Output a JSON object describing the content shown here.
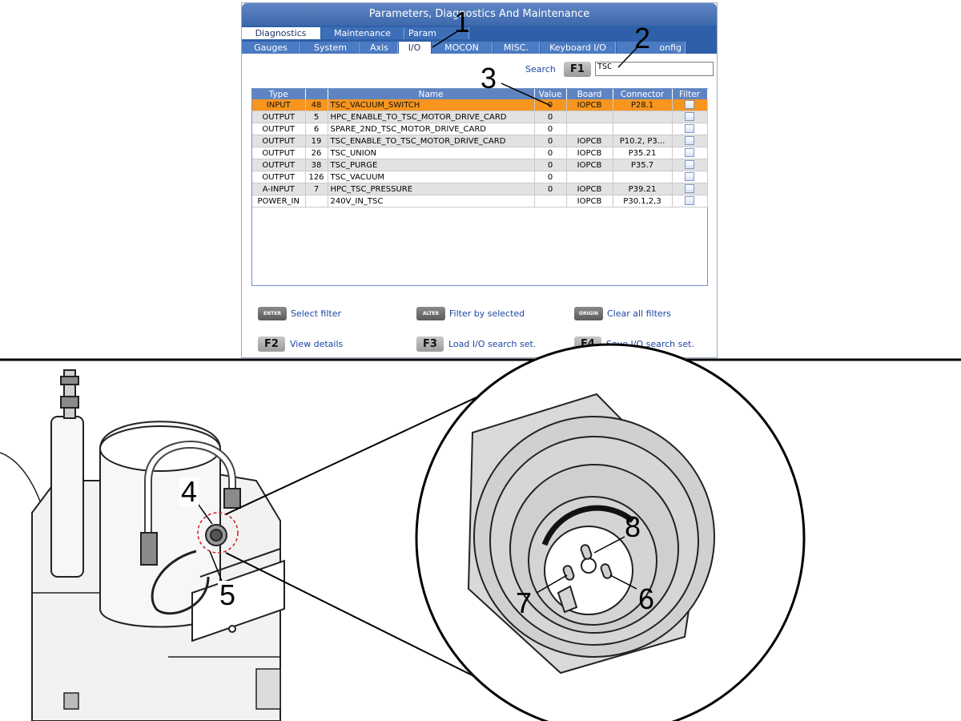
{
  "panel": {
    "title": "Parameters, Diagnostics And Maintenance",
    "tabs_row1": [
      "Diagnostics",
      "Maintenance",
      "Param"
    ],
    "tabs_row2": [
      "Gauges",
      "System",
      "Axis",
      "I/O",
      "MOCON",
      "MISC.",
      "Keyboard I/O",
      "onfig"
    ],
    "search_label": "Search",
    "search_key": "F1",
    "search_value": "TSC"
  },
  "table": {
    "headers": [
      "Type",
      "",
      "Name",
      "Value",
      "Board",
      "Connector",
      "Filter"
    ],
    "rows": [
      {
        "type": "INPUT",
        "num": "48",
        "name": "TSC_VACUUM_SWITCH",
        "value": "0",
        "board": "IOPCB",
        "connector": "P28.1"
      },
      {
        "type": "OUTPUT",
        "num": "5",
        "name": "HPC_ENABLE_TO_TSC_MOTOR_DRIVE_CARD",
        "value": "0",
        "board": "",
        "connector": ""
      },
      {
        "type": "OUTPUT",
        "num": "6",
        "name": "SPARE_2ND_TSC_MOTOR_DRIVE_CARD",
        "value": "0",
        "board": "",
        "connector": ""
      },
      {
        "type": "OUTPUT",
        "num": "19",
        "name": "TSC_ENABLE_TO_TSC_MOTOR_DRIVE_CARD",
        "value": "0",
        "board": "IOPCB",
        "connector": "P10.2, P3..."
      },
      {
        "type": "OUTPUT",
        "num": "26",
        "name": "TSC_UNION",
        "value": "0",
        "board": "IOPCB",
        "connector": "P35.21"
      },
      {
        "type": "OUTPUT",
        "num": "38",
        "name": "TSC_PURGE",
        "value": "0",
        "board": "IOPCB",
        "connector": "P35.7"
      },
      {
        "type": "OUTPUT",
        "num": "126",
        "name": "TSC_VACUUM",
        "value": "0",
        "board": "",
        "connector": ""
      },
      {
        "type": "A-INPUT",
        "num": "7",
        "name": "HPC_TSC_PRESSURE",
        "value": "0",
        "board": "IOPCB",
        "connector": "P39.21"
      },
      {
        "type": "POWER_IN",
        "num": "",
        "name": "240V_IN_TSC",
        "value": "",
        "board": "IOPCB",
        "connector": "P30.1,2,3"
      }
    ]
  },
  "legend": {
    "enter_key": "ENTER",
    "enter_label": "Select filter",
    "alter_key": "ALTER",
    "alter_label": "Filter by selected",
    "origin_key": "ORIGIN",
    "origin_label": "Clear all filters",
    "f2_key": "F2",
    "f2_label": "View details",
    "f3_key": "F3",
    "f3_label": "Load I/O search set.",
    "f4_key": "F4",
    "f4_label": "Save I/O search set."
  },
  "callouts": [
    "1",
    "2",
    "3",
    "4",
    "5",
    "6",
    "7",
    "8"
  ],
  "colors": {
    "title_blue": "#3e68ad",
    "selected_row": "#f7951e",
    "link_blue": "#1a47a3"
  }
}
